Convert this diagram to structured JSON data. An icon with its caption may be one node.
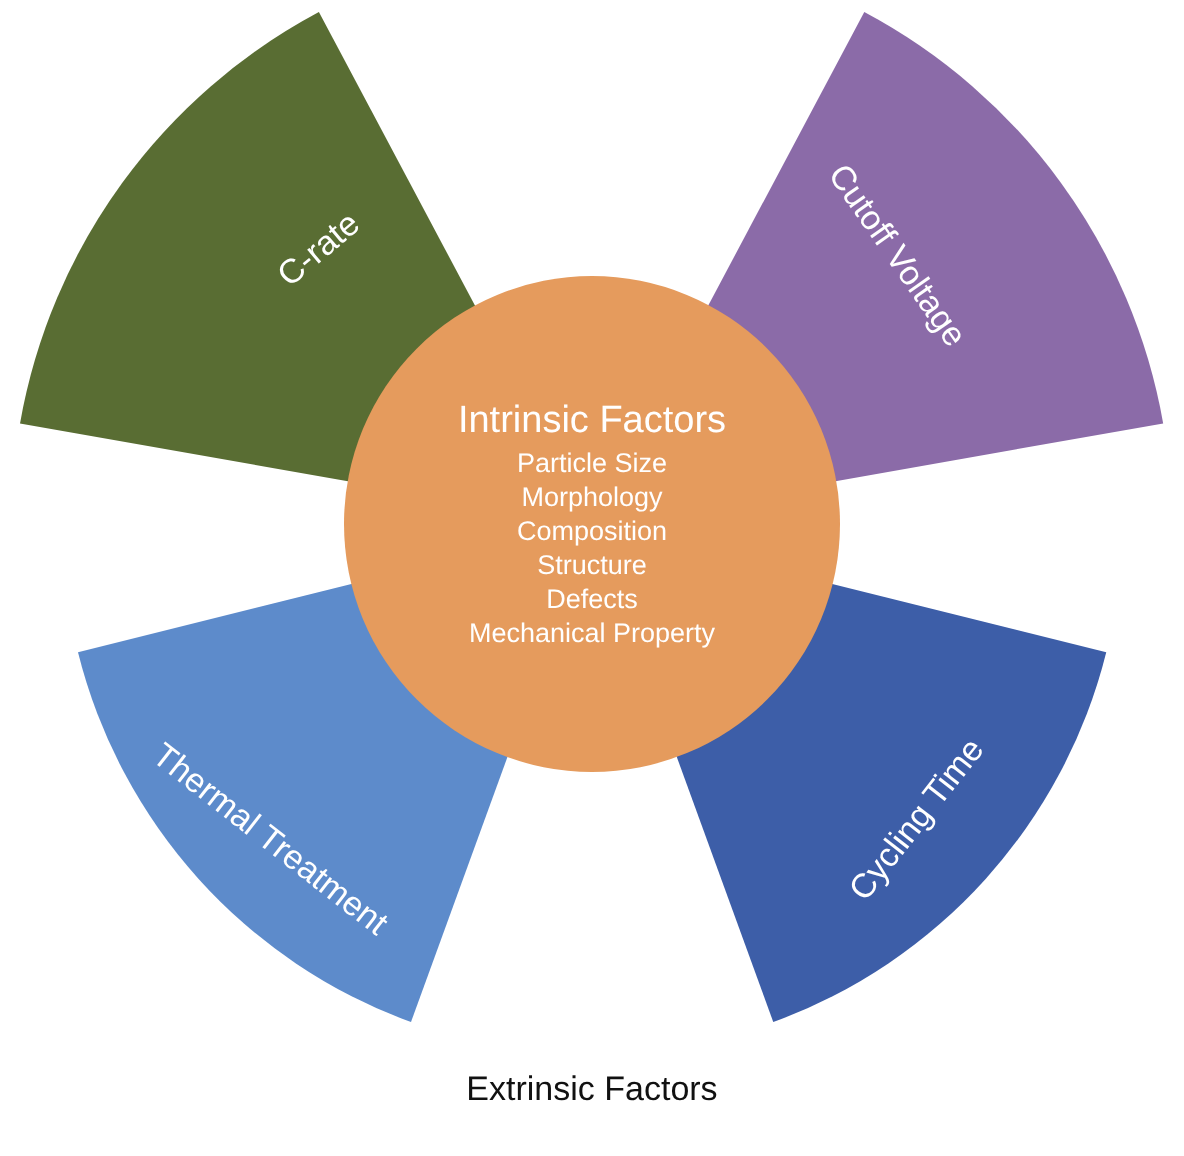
{
  "diagram": {
    "nodes": [
      {
        "text": [
          "Intrinsic Factors",
          "Particle Size",
          "Morphology",
          "Composition",
          "Structure",
          "Defects",
          "Mechanical Property"
        ]
      },
      {
        "text": [
          "C-rate"
        ]
      },
      {
        "text": [
          "Cutoff Voltage"
        ]
      },
      {
        "text": [
          "Thermal Treatment"
        ]
      },
      {
        "text": [
          "Cycling Time"
        ]
      }
    ],
    "edges": [],
    "labels": [
      "Extrinsic Factors"
    ]
  }
}
